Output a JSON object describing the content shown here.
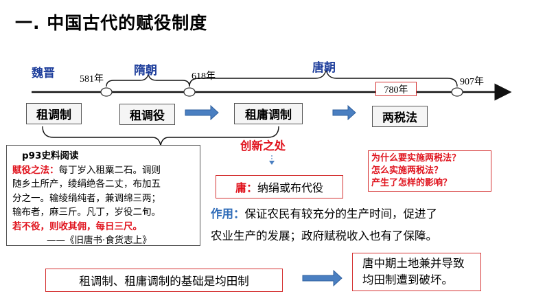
{
  "title": "一. 中国古代的赋役制度",
  "timeline": {
    "eras": {
      "weijin": "魏晋",
      "sui": "隋朝",
      "tang": "唐朝"
    },
    "years": {
      "y581": "581年",
      "y618": "618年",
      "y780": "780年",
      "y907": "907年"
    }
  },
  "systems": {
    "zudiaozhi": "租调制",
    "zudiaoyi": "租调役",
    "zuyongdiao": "租庸调制",
    "liangshuifa": "两税法"
  },
  "source": {
    "heading": "p93史料阅读",
    "label": "赋役之法：",
    "line1": "每丁岁入租粟二石。调则",
    "line2": "随乡土所产，绫绢绝各二丈，布加五",
    "line3": "分之一。输绫绢纯者，兼调绵三两；",
    "line4": "输布者，麻三斤。凡丁，岁役二旬。",
    "line5": "若不役，则收其佣，每日三尺。",
    "citation": "——《旧唐书·食货志上》"
  },
  "innovation": {
    "label": "创新之处",
    "key": "庸：",
    "text": "纳绢或布代役"
  },
  "questions": [
    "为什么要实施两税法？",
    "怎么实施两税法？",
    "产生了怎样的影响？"
  ],
  "effect": {
    "label": "作用：",
    "line1": "保证农民有较充分的生产时间，促进了",
    "line2": "农业生产的发展；政府赋税收入也有了保障。"
  },
  "basis": "租调制、租庸调制的基础是均田制",
  "conclusion": {
    "line1": "唐中期土地兼并导致",
    "line2": "均田制遭到破坏。"
  }
}
